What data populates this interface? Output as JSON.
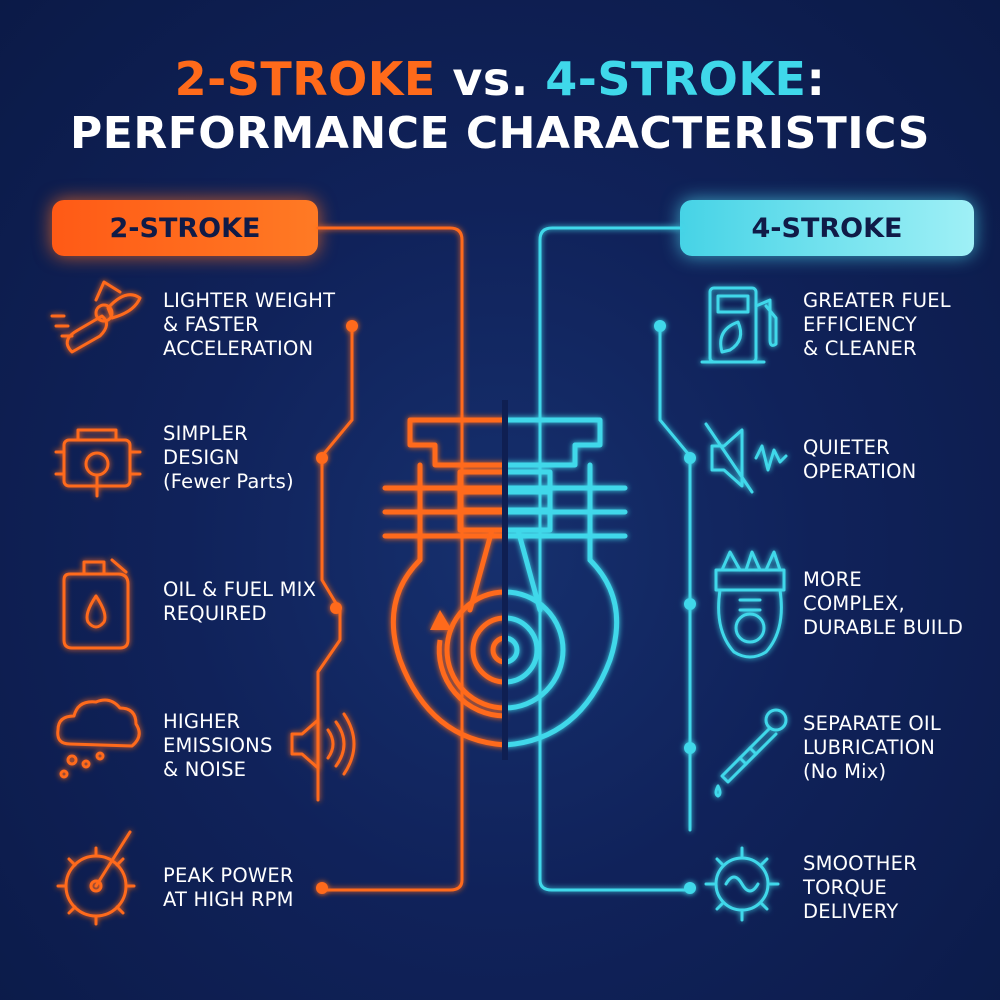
{
  "title": {
    "part1": "2-STROKE",
    "vs": " vs. ",
    "part2": "4-STROKE",
    "colon": ":",
    "line2": "PERFORMANCE CHARACTERISTICS"
  },
  "colors": {
    "orange": "#ff6a1a",
    "cyan": "#3fd8ea",
    "background": "#10225a"
  },
  "left": {
    "badge": "2-STROKE",
    "features": [
      {
        "icon": "propeller-icon",
        "lines": [
          "LIGHTER WEIGHT",
          "& FASTER",
          "ACCELERATION"
        ]
      },
      {
        "icon": "engine-block-icon",
        "lines": [
          "SIMPLER",
          "DESIGN",
          "(Fewer Parts)"
        ]
      },
      {
        "icon": "fuel-canister-icon",
        "lines": [
          "OIL & FUEL MIX",
          "REQUIRED"
        ]
      },
      {
        "icon": "smoke-cloud-icon",
        "lines": [
          "HIGHER",
          "EMISSIONS",
          "& NOISE"
        ]
      },
      {
        "icon": "gear-gauge-icon",
        "lines": [
          "PEAK POWER",
          "AT HIGH RPM"
        ]
      }
    ]
  },
  "right": {
    "badge": "4-STROKE",
    "features": [
      {
        "icon": "fuel-pump-leaf-icon",
        "lines": [
          "GREATER FUEL",
          "EFFICIENCY",
          "& CLEANER"
        ]
      },
      {
        "icon": "muted-speaker-icon",
        "lines": [
          "QUIETER",
          "OPERATION"
        ]
      },
      {
        "icon": "complex-engine-icon",
        "lines": [
          "MORE",
          "COMPLEX,",
          "DURABLE BUILD"
        ]
      },
      {
        "icon": "oil-dipstick-icon",
        "lines": [
          "SEPARATE OIL",
          "LUBRICATION",
          "(No Mix)"
        ]
      },
      {
        "icon": "gear-wave-icon",
        "lines": [
          "SMOOTHER",
          "TORQUE",
          "DELIVERY"
        ]
      }
    ]
  },
  "center": {
    "icon": "split-engine-icon",
    "extra_icon": "speaker-sound-icon"
  }
}
